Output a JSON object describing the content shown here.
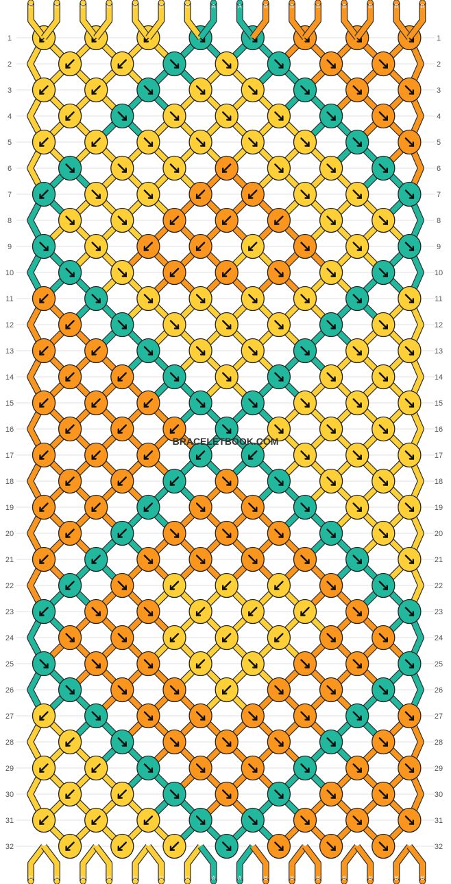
{
  "watermark": "BRACELETBOOK.COM",
  "colors": {
    "A": "#21b89e",
    "B": "#fa961e",
    "C": "#fdd038"
  },
  "threads_top": [
    "C",
    "C",
    "C",
    "C",
    "C",
    "C",
    "C",
    "A",
    "A",
    "B",
    "B",
    "B",
    "B",
    "B",
    "B",
    "B"
  ],
  "threads_bottom": [
    "C",
    "C",
    "C",
    "C",
    "C",
    "C",
    "C",
    "A",
    "A",
    "B",
    "B",
    "B",
    "B",
    "B",
    "B",
    "B"
  ],
  "row_numbers": [
    "1",
    "2",
    "3",
    "4",
    "5",
    "6",
    "7",
    "8",
    "9",
    "10",
    "11",
    "12",
    "13",
    "14",
    "15",
    "16",
    "17",
    "18",
    "19",
    "20",
    "21",
    "22",
    "23",
    "24",
    "25",
    "26",
    "27",
    "28",
    "29",
    "30",
    "31",
    "32"
  ],
  "knots": [
    [
      "C:l",
      "C:l",
      "C:l",
      "A:r",
      "A:r",
      "B:r",
      "B:r",
      "B:r"
    ],
    [
      "C:l",
      "C:l",
      "A:r",
      "C:r",
      "A:r",
      "B:r",
      "B:r"
    ],
    [
      "C:l",
      "C:l",
      "A:r",
      "C:r",
      "C:r",
      "A:r",
      "B:r",
      "B:r"
    ],
    [
      "C:l",
      "A:r",
      "C:r",
      "C:r",
      "C:r",
      "A:r",
      "B:r"
    ],
    [
      "C:l",
      "C:l",
      "C:r",
      "C:r",
      "C:r",
      "C:r",
      "A:r",
      "B:r"
    ],
    [
      "A:r",
      "C:r",
      "C:r",
      "B:l",
      "C:r",
      "C:r",
      "A:r"
    ],
    [
      "A:l",
      "C:r",
      "C:r",
      "B:l",
      "B:l",
      "C:r",
      "C:r",
      "A:r"
    ],
    [
      "C:r",
      "C:r",
      "B:l",
      "B:l",
      "B:l",
      "C:r",
      "C:r"
    ],
    [
      "A:r",
      "C:r",
      "B:l",
      "B:l",
      "C:l",
      "B:r",
      "C:r",
      "A:r"
    ],
    [
      "A:r",
      "C:r",
      "B:l",
      "B:l",
      "B:r",
      "C:r",
      "A:r"
    ],
    [
      "B:l",
      "A:r",
      "C:r",
      "C:r",
      "C:r",
      "C:r",
      "A:r",
      "C:r"
    ],
    [
      "B:l",
      "A:r",
      "C:r",
      "C:r",
      "C:r",
      "A:r",
      "C:r"
    ],
    [
      "B:l",
      "B:l",
      "A:r",
      "C:r",
      "C:r",
      "A:r",
      "C:r",
      "C:r"
    ],
    [
      "B:l",
      "B:l",
      "A:r",
      "C:r",
      "A:r",
      "C:r",
      "C:r"
    ],
    [
      "B:l",
      "B:l",
      "B:l",
      "A:r",
      "A:r",
      "C:r",
      "C:r",
      "C:r"
    ],
    [
      "B:l",
      "B:l",
      "B:l",
      "A:r",
      "C:r",
      "C:r",
      "C:r"
    ],
    [
      "B:l",
      "B:l",
      "B:l",
      "A:l",
      "A:l",
      "C:r",
      "C:r",
      "C:r"
    ],
    [
      "B:l",
      "B:l",
      "A:l",
      "B:r",
      "A:r",
      "C:r",
      "C:r"
    ],
    [
      "B:l",
      "B:l",
      "A:l",
      "B:r",
      "B:r",
      "A:r",
      "C:r",
      "C:r"
    ],
    [
      "B:l",
      "A:l",
      "B:r",
      "B:r",
      "B:r",
      "A:r",
      "C:r"
    ],
    [
      "B:l",
      "A:l",
      "B:r",
      "B:r",
      "B:r",
      "B:r",
      "A:r",
      "C:r"
    ],
    [
      "A:l",
      "B:r",
      "C:l",
      "C:l",
      "C:l",
      "B:r",
      "A:r"
    ],
    [
      "A:l",
      "B:r",
      "B:r",
      "C:l",
      "C:l",
      "C:l",
      "B:r",
      "A:r"
    ],
    [
      "B:r",
      "B:r",
      "C:l",
      "C:l",
      "C:l",
      "B:r",
      "B:r"
    ],
    [
      "A:r",
      "B:r",
      "B:r",
      "C:l",
      "C:r",
      "B:r",
      "B:r",
      "A:r"
    ],
    [
      "A:r",
      "B:r",
      "B:r",
      "C:l",
      "B:r",
      "B:r",
      "A:r"
    ],
    [
      "C:l",
      "A:r",
      "B:r",
      "B:r",
      "B:r",
      "B:r",
      "A:r",
      "B:r"
    ],
    [
      "C:l",
      "A:r",
      "B:r",
      "B:r",
      "B:r",
      "A:r",
      "B:r"
    ],
    [
      "C:l",
      "C:l",
      "A:r",
      "B:r",
      "B:r",
      "A:r",
      "B:r",
      "B:r"
    ],
    [
      "C:l",
      "C:l",
      "A:r",
      "B:r",
      "A:r",
      "B:r",
      "B:r"
    ],
    [
      "C:l",
      "C:l",
      "C:l",
      "A:r",
      "A:r",
      "B:r",
      "B:r",
      "B:r"
    ],
    [
      "C:l",
      "C:l",
      "C:l",
      "A:r",
      "B:r",
      "B:r",
      "B:r"
    ]
  ]
}
